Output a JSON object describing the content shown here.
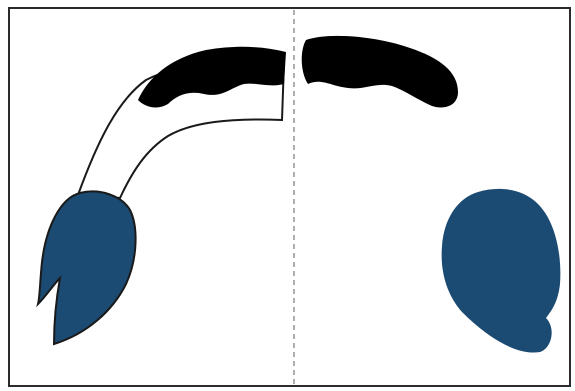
{
  "puzzle": {
    "colors": {
      "background": "#ffffff",
      "frame": "#2b2b2b",
      "divider": "#9a9a9a",
      "outline": "#1a1a1a",
      "black_piece": "#000000",
      "blue_piece": "#1b4a72"
    },
    "panels": [
      {
        "name": "left-panel",
        "pieces": [
          "arch-outline",
          "black-crown",
          "blue-flame-tail"
        ]
      },
      {
        "name": "right-panel",
        "pieces": [
          "black-crown",
          "blue-blob"
        ]
      }
    ]
  }
}
